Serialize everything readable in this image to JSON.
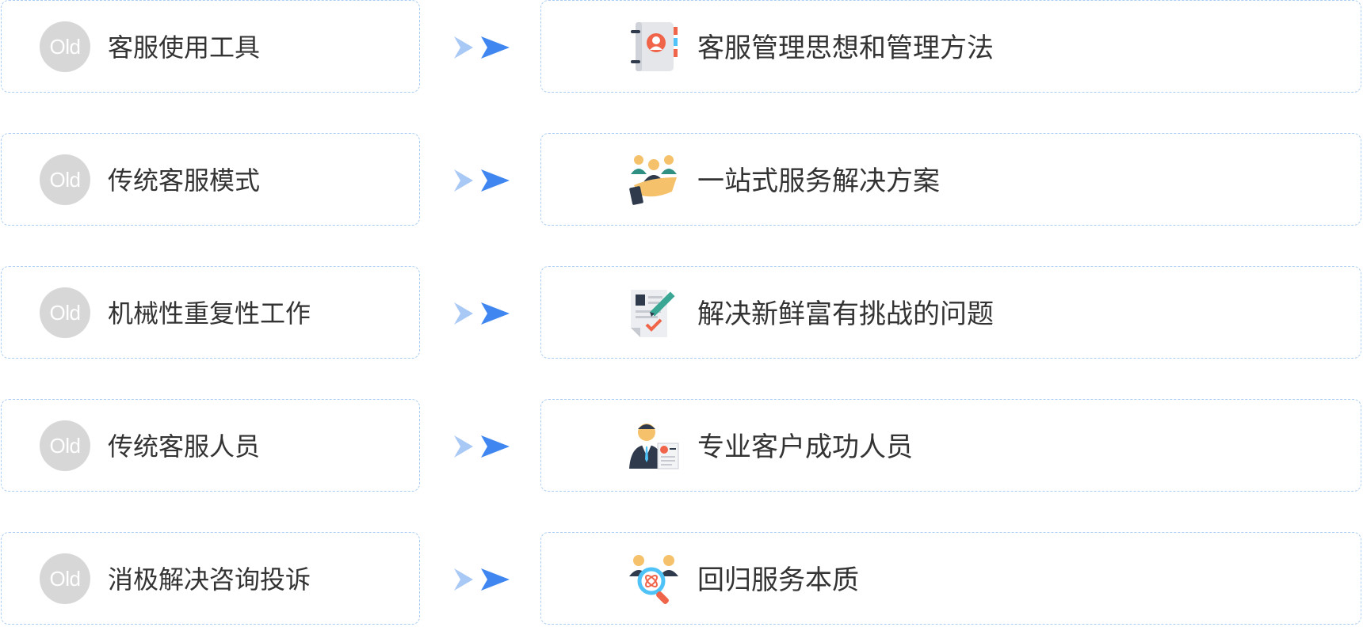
{
  "badge_text": "Old",
  "colors": {
    "border": "#a9cdf5",
    "badge": "#d7d7d7",
    "arrow_light": "#a8c8f5",
    "arrow_dark": "#3f86f0",
    "text": "#333333"
  },
  "rows": [
    {
      "old_label": "客服使用工具",
      "new_label": "客服管理思想和管理方法",
      "icon": "contact-book-icon"
    },
    {
      "old_label": "传统客服模式",
      "new_label": "一站式服务解决方案",
      "icon": "team-hand-icon"
    },
    {
      "old_label": "机械性重复性工作",
      "new_label": "解决新鲜富有挑战的问题",
      "icon": "document-check-icon"
    },
    {
      "old_label": "传统客服人员",
      "new_label": "专业客户成功人员",
      "icon": "business-person-icon"
    },
    {
      "old_label": "消极解决咨询投诉",
      "new_label": "回归服务本质",
      "icon": "team-magnifier-icon"
    }
  ]
}
